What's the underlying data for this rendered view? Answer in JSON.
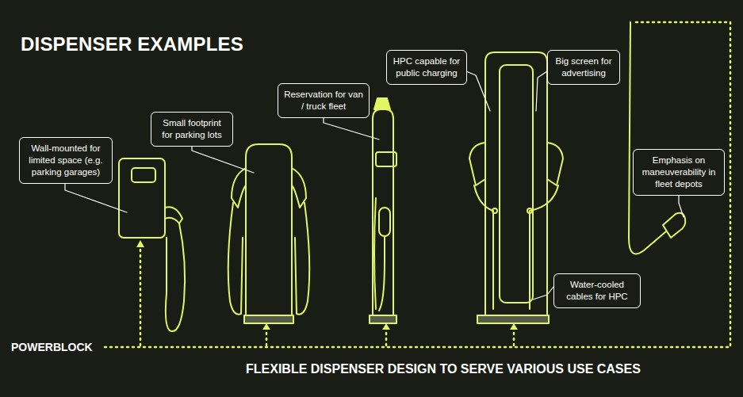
{
  "diagram": {
    "title": "DISPENSER EXAMPLES",
    "caption": "FLEXIBLE DISPENSER DESIGN TO SERVE VARIOUS USE CASES",
    "nodes": [
      {
        "text": [
          "Wall-mounted for limited space (e.g. parking garages)"
        ]
      },
      {
        "text": [
          "Small footprint for parking lots"
        ]
      },
      {
        "text": [
          "Reservation for van / truck fleet"
        ]
      },
      {
        "text": [
          "HPC capable for public charging"
        ]
      },
      {
        "text": [
          "Big screen for advertising"
        ]
      },
      {
        "text": [
          "Emphasis on maneuverability in fleet depots"
        ]
      },
      {
        "text": [
          "Water-cooled cables for HPC"
        ]
      }
    ],
    "labels": [
      "POWERBLOCK"
    ]
  }
}
